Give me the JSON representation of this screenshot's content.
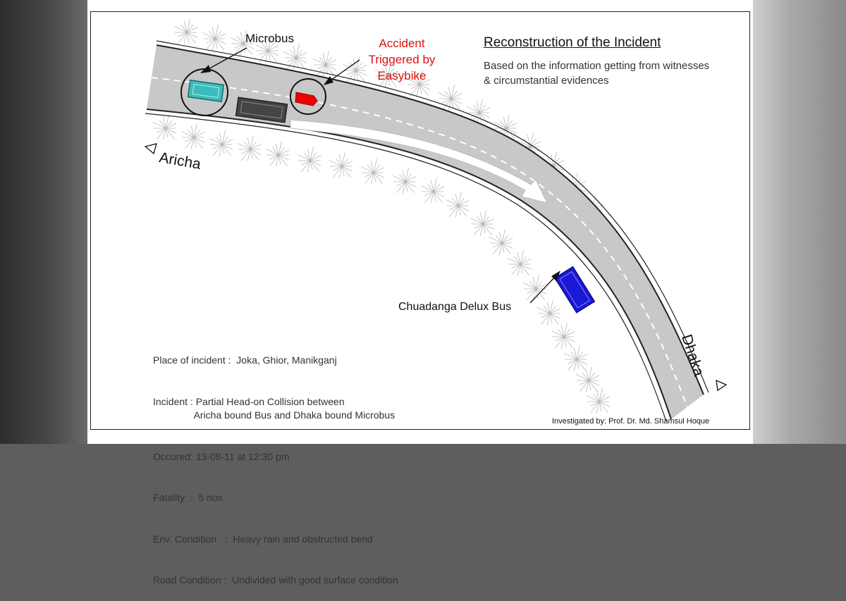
{
  "title": "Reconstruction of the Incident",
  "subtitle": "Based on the information getting from witnesses & circumstantial evidences",
  "labels": {
    "microbus": "Microbus",
    "accident": "Accident Triggered by Easybike",
    "bus": "Chuadanga Delux Bus",
    "aricha": "Aricha",
    "dhaka": "Dhaka"
  },
  "info": {
    "place": "Place of incident :  Joka, Ghior, Manikganj",
    "incident": "Incident : Partial Head-on Collision between\n               Aricha bound Bus and Dhaka bound Microbus",
    "occured": "Occured: 13-08-11 at 12:30 pm",
    "fatality": "Fatality  :  5 nos.",
    "env": "Env. Condition   :  Heavy rain and obstructed bend",
    "road": "Road Condition :  Undivided with good surface condition"
  },
  "credit": "Investigated by:  Prof. Dr. Md. Shamsul Hoque",
  "colors": {
    "road": "#c8c8c8",
    "microbus": "#3bbcbc",
    "easybike": "#ee0000",
    "bus": "#1a1ad6",
    "black_vehicle": "#444444",
    "accident_text": "#e01010"
  }
}
